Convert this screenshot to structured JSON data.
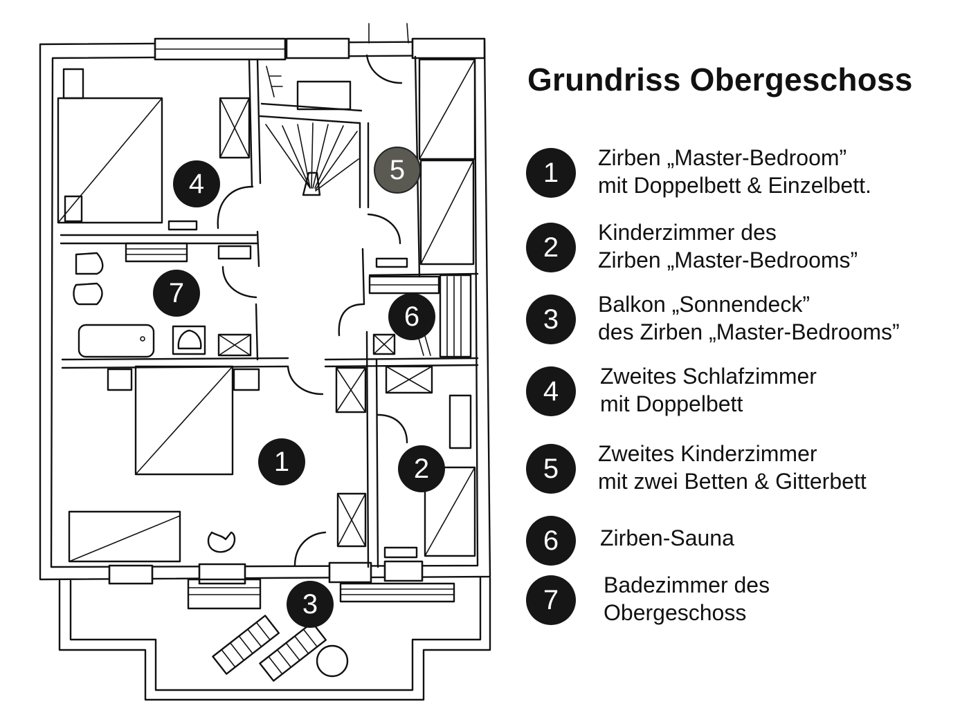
{
  "title": "Grundriss Obergeschoss",
  "plan_markers": [
    "1",
    "2",
    "3",
    "4",
    "5",
    "6",
    "7"
  ],
  "legend": [
    {
      "num": "1",
      "line1": "Zirben „Master-Bedroom”",
      "line2": "mit Doppelbett & Einzelbett."
    },
    {
      "num": "2",
      "line1": "Kinderzimmer des",
      "line2": "Zirben „Master-Bedrooms”"
    },
    {
      "num": "3",
      "line1": "Balkon „Sonnendeck”",
      "line2": "des Zirben „Master-Bedrooms”"
    },
    {
      "num": "4",
      "line1": "Zweites Schlafzimmer",
      "line2": "mit Doppelbett"
    },
    {
      "num": "5",
      "line1": "Zweites Kinderzimmer",
      "line2": "mit zwei Betten & Gitterbett"
    },
    {
      "num": "6",
      "line1": "Zirben-Sauna",
      "line2": ""
    },
    {
      "num": "7",
      "line1": "Badezimmer des",
      "line2": "Obergeschoss"
    }
  ],
  "colors": {
    "marker": "#161616",
    "marker_highlight": "#5b5a52",
    "line": "#111111"
  }
}
